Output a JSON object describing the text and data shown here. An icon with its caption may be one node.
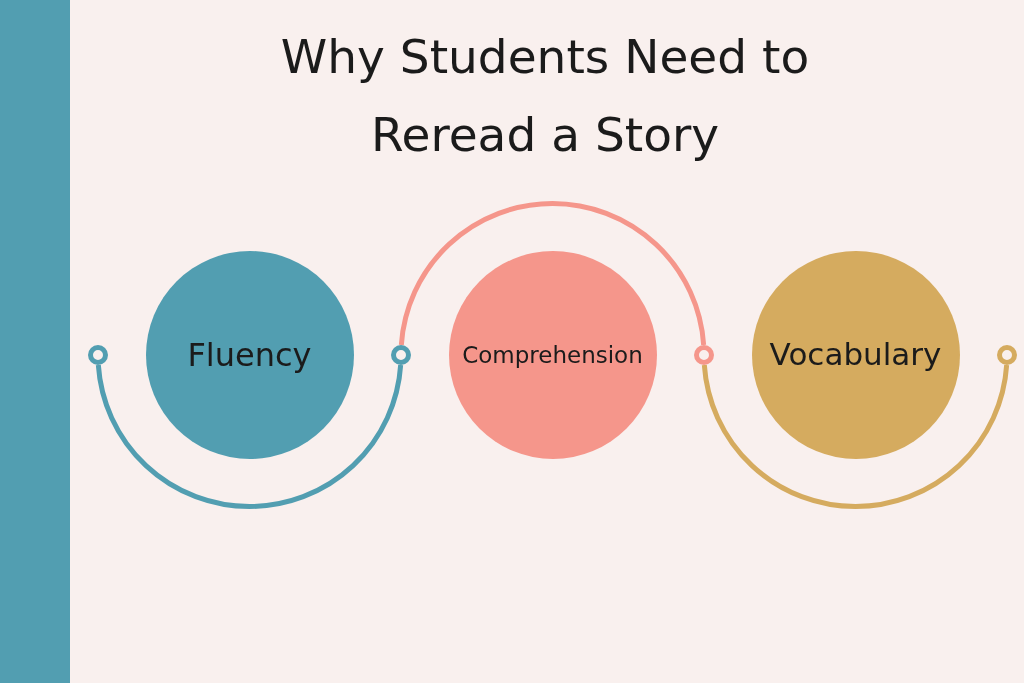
{
  "diagram": {
    "title": "Why Students Need to Reread a Story",
    "nodes": [
      {
        "text": [],
        "shape": "bar"
      },
      {
        "text": [],
        "shape": "circle"
      },
      {
        "text": [
          "Fluency"
        ]
      },
      {
        "text": [],
        "shape": "circle"
      },
      {
        "text": [
          "Comprehension"
        ]
      },
      {
        "text": [],
        "shape": "circle"
      },
      {
        "text": [
          "Vocabulary"
        ]
      },
      {
        "text": [],
        "shape": "circle"
      }
    ],
    "edges": [
      {
        "from": 1,
        "to": 3,
        "arrow": "none",
        "color": "#529eb1"
      },
      {
        "from": 3,
        "to": 5,
        "arrow": "none",
        "color": "#f5968b"
      },
      {
        "from": 5,
        "to": 7,
        "arrow": "none",
        "color": "#d5ab5f"
      }
    ]
  }
}
